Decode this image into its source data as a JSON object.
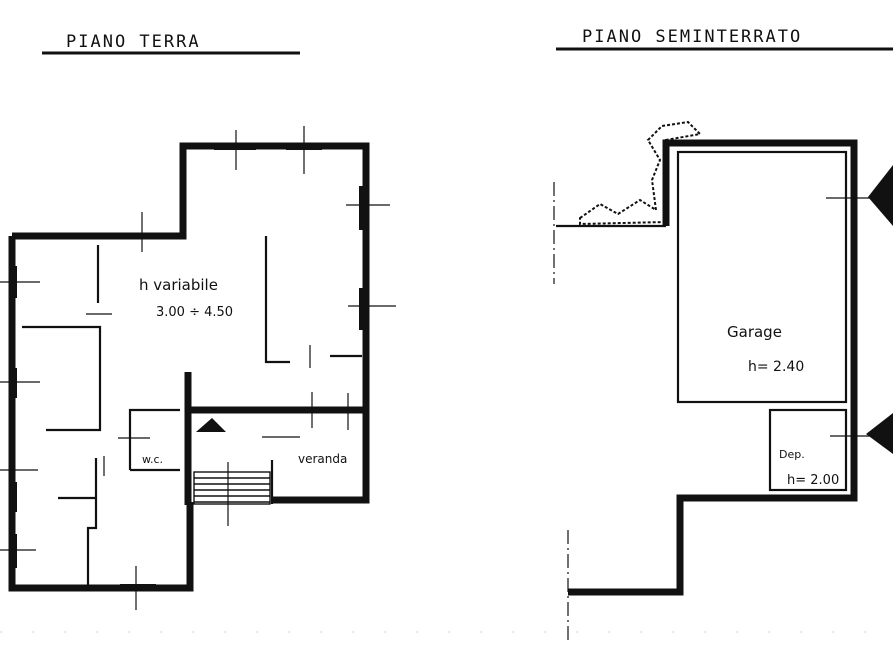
{
  "titles": {
    "left": "PIANO TERRA",
    "right": "PIANO SEMINTERRATO"
  },
  "ground_floor": {
    "main_label": "h variabile",
    "main_height": "3.00 ÷ 4.50",
    "wc_label": "w.c.",
    "veranda_label": "veranda"
  },
  "basement": {
    "garage_label": "Garage",
    "garage_height": "h= 2.40",
    "storage_label": "Dep.",
    "storage_height": "h= 2.00"
  }
}
